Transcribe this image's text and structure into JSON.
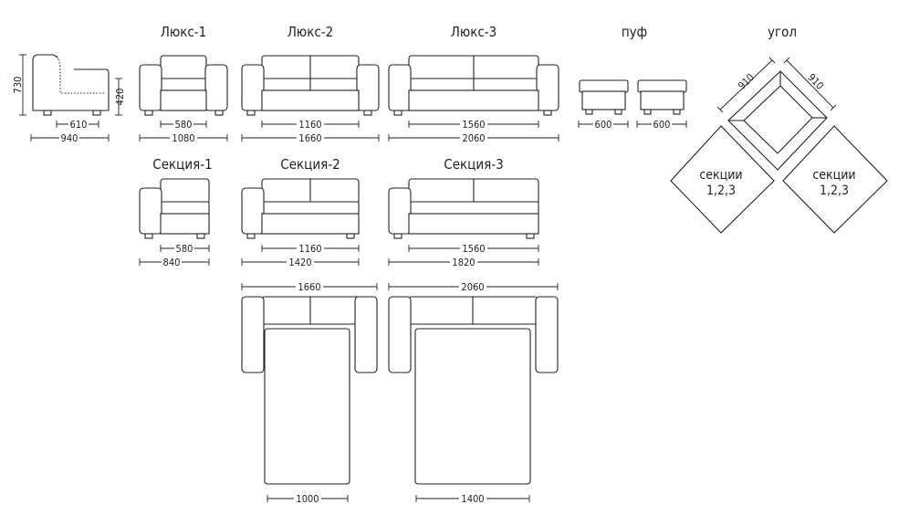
{
  "titles": {
    "lux1": "Люкс-1",
    "lux2": "Люкс-2",
    "lux3": "Люкс-3",
    "puf": "пуф",
    "ugol": "угол",
    "sek1": "Секция-1",
    "sek2": "Секция-2",
    "sek3": "Секция-3"
  },
  "dims": {
    "side_height": "730",
    "side_seat_height": "420",
    "side_depth_seat": "610",
    "side_depth_total": "940",
    "lux1_seat": "580",
    "lux1_total": "1080",
    "lux2_seat": "1160",
    "lux2_total": "1660",
    "lux3_seat": "1560",
    "lux3_total": "2060",
    "puf1": "600",
    "puf2": "600",
    "ugol_a": "910",
    "ugol_b": "910",
    "sek1_seat": "580",
    "sek1_total": "840",
    "sek2_seat": "1160",
    "sek2_total": "1420",
    "sek3_seat": "1560",
    "sek3_total": "1820",
    "bed1_total": "1660",
    "bed2_total": "2060",
    "bed1_width": "1000",
    "bed2_width": "1400"
  },
  "corner_labels": {
    "left_line1": "секции",
    "left_line2": "1,2,3",
    "right_line1": "секции",
    "right_line2": "1,2,3"
  }
}
